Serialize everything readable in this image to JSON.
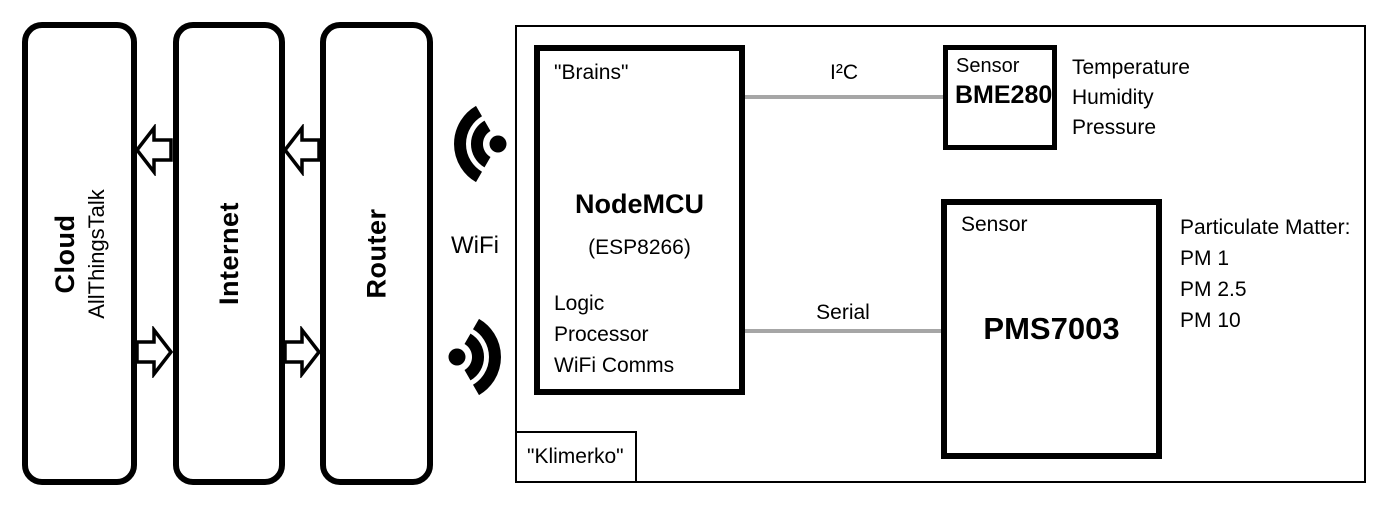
{
  "pipeline": {
    "cloud": {
      "title": "Cloud",
      "subtitle": "AllThingsTalk"
    },
    "internet": {
      "title": "Internet"
    },
    "router": {
      "title": "Router"
    },
    "wifi_label": "WiFi"
  },
  "klimerko": {
    "label": "\"Klimerko\"",
    "nodemcu": {
      "annotation": "\"Brains\"",
      "title": "NodeMCU",
      "subtitle": "(ESP8266)",
      "functions": [
        "Logic",
        "Processor",
        "WiFi Comms"
      ]
    },
    "connections": {
      "i2c": "I²C",
      "serial": "Serial"
    },
    "bme280": {
      "kind": "Sensor",
      "title": "BME280",
      "outputs": [
        "Temperature",
        "Humidity",
        "Pressure"
      ]
    },
    "pms7003": {
      "kind": "Sensor",
      "title": "PMS7003",
      "outputs": [
        "Particulate Matter:",
        "PM 1",
        "PM 2.5",
        "PM 10"
      ]
    }
  },
  "colors": {
    "ink": "#000000",
    "connector": "#a6a6a6"
  }
}
